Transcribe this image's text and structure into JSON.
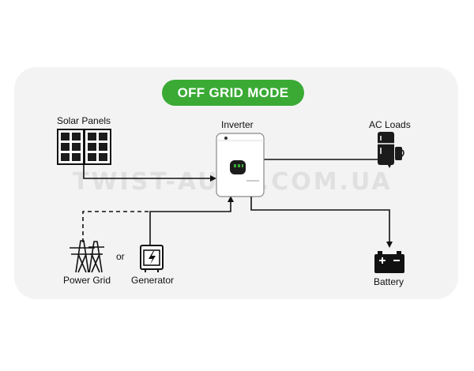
{
  "title": "OFF GRID MODE",
  "watermark": "TWIST-AUTO.COM.UA",
  "nodes": {
    "solar_panels": "Solar Panels",
    "inverter": "Inverter",
    "ac_loads": "AC Loads",
    "power_grid": "Power Grid",
    "or": "or",
    "generator": "Generator",
    "battery": "Battery"
  },
  "colors": {
    "accent": "#3aaa35",
    "panel_bg": "#f3f3f3",
    "line": "#111111",
    "screen": "#1b1b1b"
  }
}
